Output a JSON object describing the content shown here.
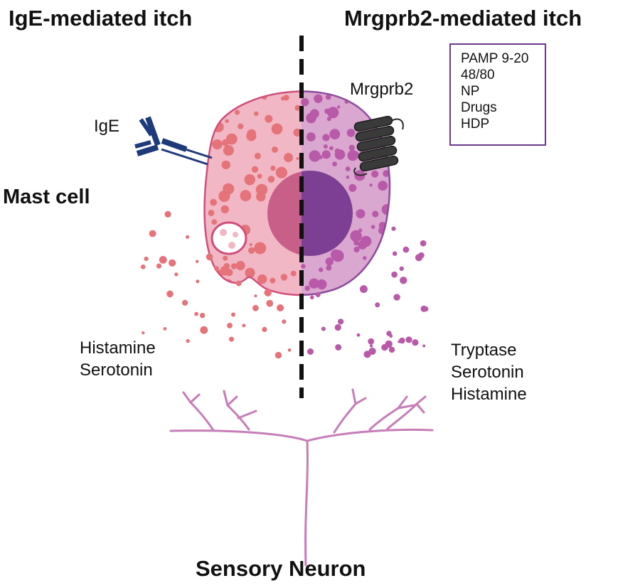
{
  "titles": {
    "left": "IgE-mediated itch",
    "right": "Mrgprb2-mediated itch",
    "bottom": "Sensory Neuron"
  },
  "labels": {
    "mast_cell": "Mast cell",
    "ige": "IgE",
    "receptor": "Mrgprb2"
  },
  "ligands": [
    "PAMP 9-20",
    "48/80",
    "NP",
    "Drugs",
    "HDP"
  ],
  "left_mediators": [
    "Histamine",
    "Serotonin"
  ],
  "right_mediators": [
    "Tryptase",
    "Serotonin",
    "Histamine"
  ],
  "colors": {
    "left_cell": "#f2b7c4",
    "right_cell": "#d9a7cf",
    "left_granule": "#e4737a",
    "right_granule": "#b85aa8",
    "left_nucleus": "#c85f88",
    "right_nucleus": "#7d3f93",
    "neuron": "#c77db8",
    "antibody": "#1f3a7a",
    "receptor": "#3a3a3a",
    "box_border": "#6b3a8c"
  }
}
